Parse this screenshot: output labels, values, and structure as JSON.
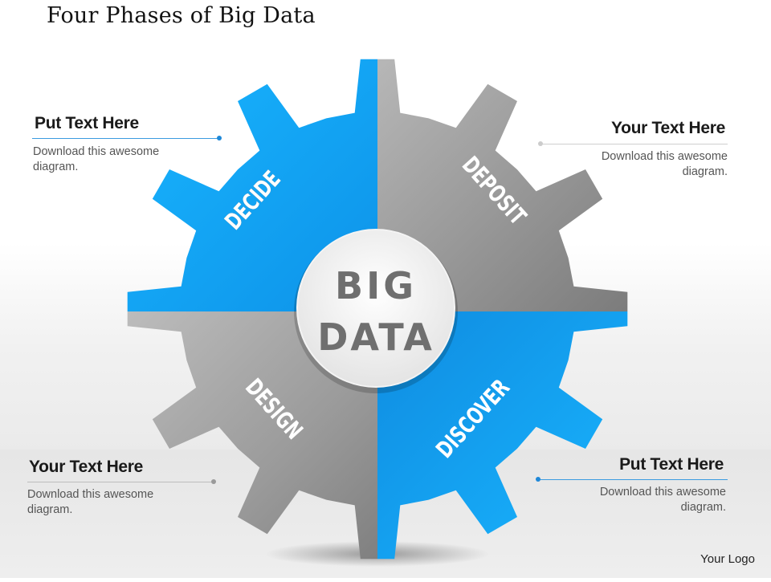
{
  "title": "Four Phases of Big Data",
  "center": {
    "line1": "BIG",
    "line2": "DATA"
  },
  "segments": [
    {
      "key": "decide",
      "label": "DECIDE",
      "color": "#0e7fd6"
    },
    {
      "key": "deposit",
      "label": "DEPOSIT",
      "color": "#8c8c8c"
    },
    {
      "key": "design",
      "label": "DESIGN",
      "color": "#8c8c8c"
    },
    {
      "key": "discover",
      "label": "DISCOVER",
      "color": "#0e7fd6"
    }
  ],
  "callouts": {
    "top_left": {
      "heading": "Put Text Here",
      "body": "Download this awesome diagram."
    },
    "top_right": {
      "heading": "Your Text Here",
      "body": "Download this awesome diagram."
    },
    "bottom_left": {
      "heading": "Your Text Here",
      "body": "Download this awesome diagram."
    },
    "bottom_right": {
      "heading": "Put Text Here",
      "body": "Download this awesome diagram."
    }
  },
  "logo": "Your Logo",
  "colors": {
    "blue": "#0e7fd6",
    "light_blue": "#19b6ff",
    "gray": "#8c8c8c",
    "light_gray": "#d0d0d0"
  }
}
